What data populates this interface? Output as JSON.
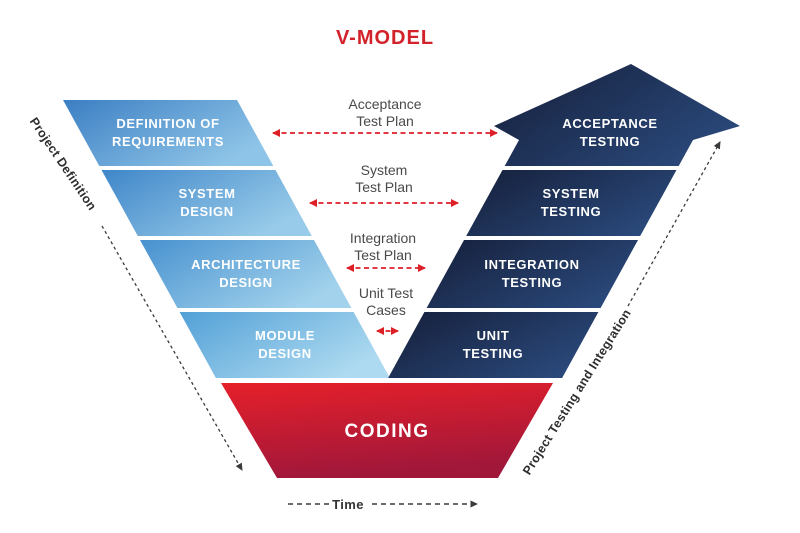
{
  "title": "V-MODEL",
  "colors": {
    "title_red": "#d3232a",
    "dashed_red": "#dd1f28",
    "dashed_dark": "#3a3a3a",
    "plan_text_gray": "#4a4a4a",
    "block_text_white": "#ffffff",
    "left_blocks": [
      {
        "from": "#3b7ec3",
        "to": "#8ec4e7"
      },
      {
        "from": "#3f86c9",
        "to": "#98cbe9"
      },
      {
        "from": "#4791cf",
        "to": "#a2d2ec"
      },
      {
        "from": "#52a0d7",
        "to": "#addaf0"
      }
    ],
    "right_blocks": {
      "from": "#17223f",
      "to": "#2b4b7e"
    },
    "coding_block": {
      "from": "#e6202a",
      "to": "#a1173a"
    }
  },
  "left_side": {
    "axis_label": "Project Definition",
    "blocks": [
      {
        "line1": "DEFINITION OF",
        "line2": "REQUIREMENTS"
      },
      {
        "line1": "SYSTEM",
        "line2": "DESIGN"
      },
      {
        "line1": "ARCHITECTURE",
        "line2": "DESIGN"
      },
      {
        "line1": "MODULE",
        "line2": "DESIGN"
      }
    ]
  },
  "right_side": {
    "axis_label": "Project Testing and Integration",
    "blocks": [
      {
        "line1": "ACCEPTANCE",
        "line2": "TESTING"
      },
      {
        "line1": "SYSTEM",
        "line2": "TESTING"
      },
      {
        "line1": "INTEGRATION",
        "line2": "TESTING"
      },
      {
        "line1": "UNIT",
        "line2": "TESTING"
      }
    ]
  },
  "center": {
    "coding_label": "CODING",
    "plans": [
      {
        "line1": "Acceptance",
        "line2": "Test Plan"
      },
      {
        "line1": "System",
        "line2": "Test Plan"
      },
      {
        "line1": "Integration",
        "line2": "Test Plan"
      },
      {
        "line1": "Unit Test",
        "line2": "Cases"
      }
    ]
  },
  "footer": {
    "time_label": "Time"
  }
}
